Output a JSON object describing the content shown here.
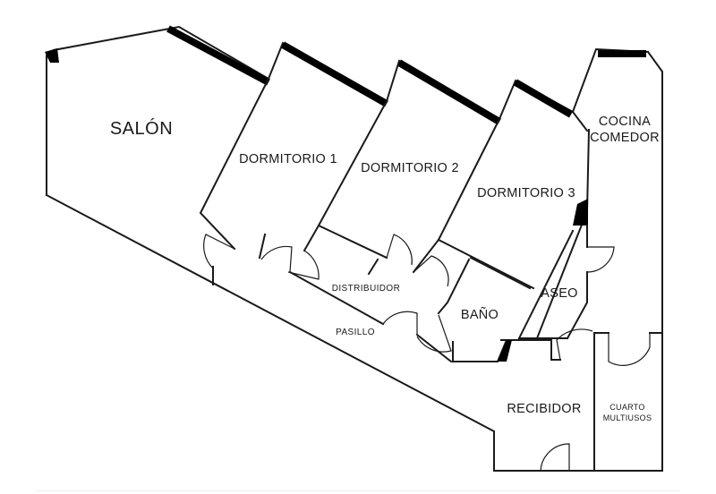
{
  "rooms": {
    "salon": "SALÓN",
    "dormitorio1": "DORMITORIO 1",
    "dormitorio2": "DORMITORIO 2",
    "dormitorio3": "DORMITORIO 3",
    "cocina_line1": "COCINA",
    "cocina_line2": "COMEDOR",
    "aseo": "ASEO",
    "bano": "BAÑO",
    "distribuidor": "DISTRIBUIDOR",
    "pasillo": "PASILLO",
    "recibidor": "RECIBIDOR",
    "cuarto_line1": "CUARTO",
    "cuarto_line2": "MULTIUSOS"
  },
  "colors": {
    "wall": "#1a1a1a",
    "background": "#ffffff"
  }
}
